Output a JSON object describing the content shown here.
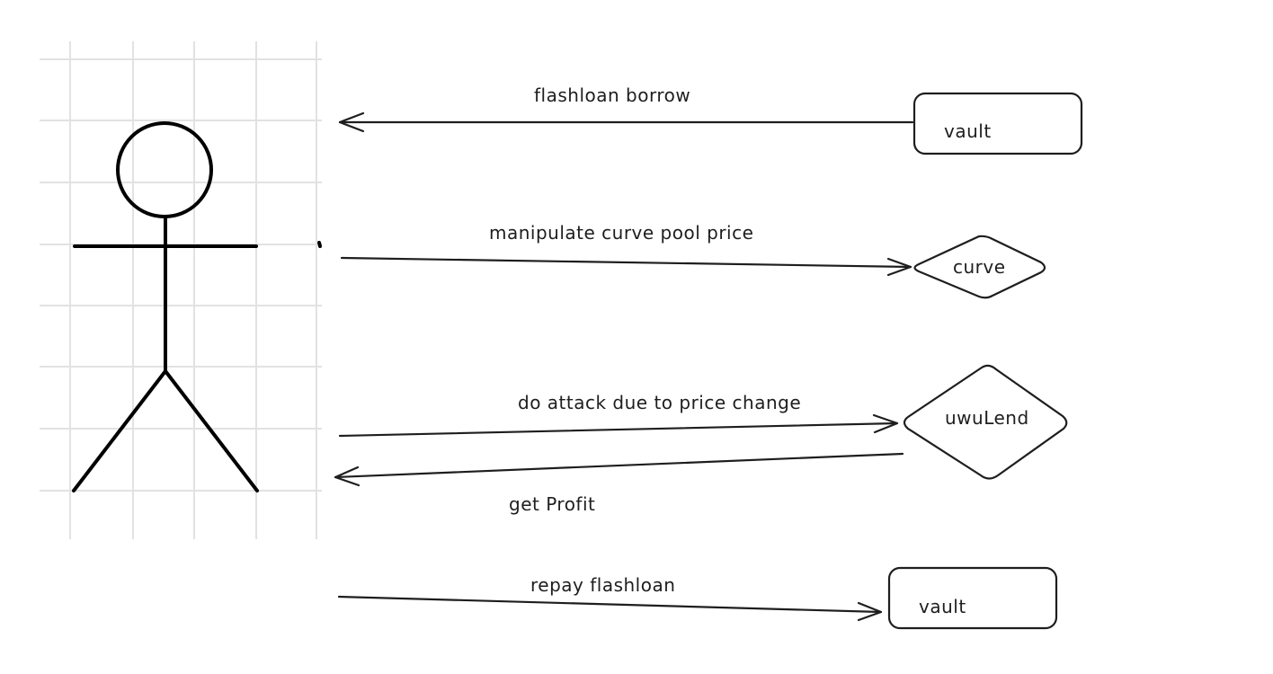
{
  "nodes": {
    "vault_top": "vault",
    "curve": "curve",
    "uwulend": "uwuLend",
    "vault_bottom": "vault"
  },
  "edges": {
    "borrow": "flashloan borrow",
    "manipulate": "manipulate  curve pool price",
    "attack": "do attack due to price change",
    "profit": "get Profit",
    "repay": "repay flashloan"
  },
  "colors": {
    "stroke": "#1e1e1e",
    "grid": "#e2e2e2",
    "background": "#ffffff"
  }
}
